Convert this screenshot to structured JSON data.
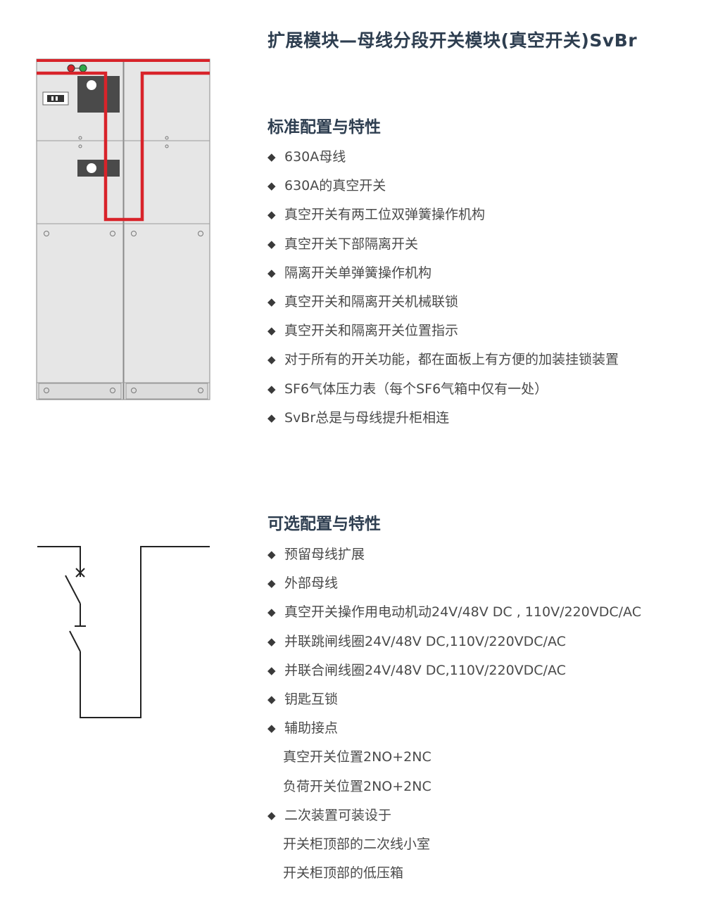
{
  "title": "扩展模块—母线分段开关模块(真空开关)SvBr",
  "standard": {
    "heading": "标准配置与特性",
    "items": [
      "630A母线",
      "630A的真空开关",
      "真空开关有两工位双弹簧操作机构",
      "真空开关下部隔离开关",
      "隔离开关单弹簧操作机构",
      "真空开关和隔离开关机械联锁",
      "真空开关和隔离开关位置指示",
      "对于所有的开关功能，都在面板上有方便的加装挂锁装置",
      "SF6气体压力表（每个SF6气箱中仅有一处）",
      "SvBr总是与母线提升柜相连"
    ]
  },
  "optional": {
    "heading": "可选配置与特性",
    "items": [
      {
        "text": "预留母线扩展",
        "bullet": true
      },
      {
        "text": "外部母线",
        "bullet": true
      },
      {
        "text": "真空开关操作用电动机动24V/48V DC , 110V/220VDC/AC",
        "bullet": true
      },
      {
        "text": "并联跳闸线圈24V/48V DC,110V/220VDC/AC",
        "bullet": true
      },
      {
        "text": "并联合闸线圈24V/48V DC,110V/220VDC/AC",
        "bullet": true
      },
      {
        "text": "钥匙互锁",
        "bullet": true
      },
      {
        "text": "辅助接点",
        "bullet": true
      },
      {
        "text": "真空开关位置2NO+2NC",
        "bullet": false
      },
      {
        "text": "负荷开关位置2NO+2NC",
        "bullet": false
      },
      {
        "text": "二次装置可装设于",
        "bullet": true
      },
      {
        "text": "开关柜顶部的二次线小室",
        "bullet": false
      },
      {
        "text": "开关柜顶部的低压箱",
        "bullet": false
      }
    ]
  },
  "bullet_glyph": "◆",
  "colors": {
    "busbar": "#d8232a",
    "cabinet": "#e6e6e6",
    "panel_dark": "#4a4a4a",
    "heading": "#2e3e50"
  },
  "icons": {
    "indicator_red": "red-indicator-icon",
    "indicator_green": "green-indicator-icon",
    "gauge": "pressure-gauge-icon"
  }
}
